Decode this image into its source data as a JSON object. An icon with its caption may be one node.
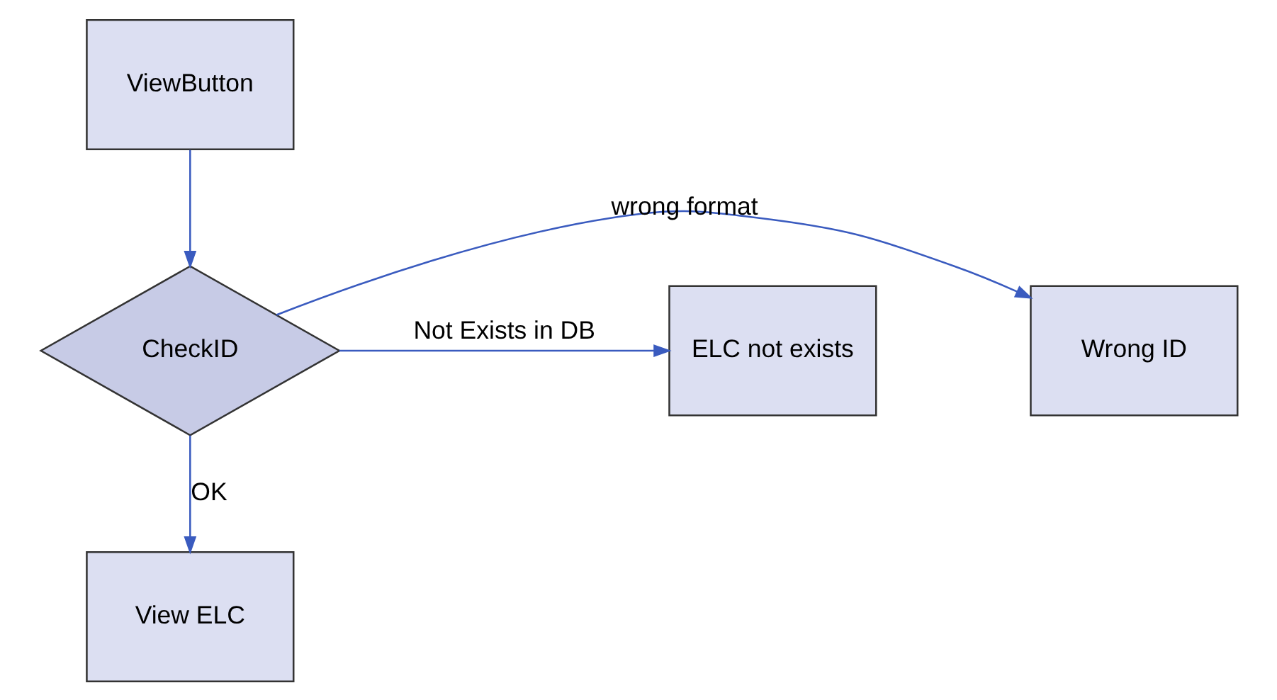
{
  "diagram": {
    "nodes": [
      {
        "text": [
          "ViewButton"
        ]
      },
      {
        "text": [
          "CheckID"
        ]
      },
      {
        "text": [
          "Wrong ID"
        ]
      },
      {
        "text": [
          "ELC not exists"
        ]
      },
      {
        "text": [
          "View ELC"
        ]
      }
    ],
    "edges": [
      {
        "from": 0,
        "to": 1,
        "arrow": "to"
      },
      {
        "from": 1,
        "to": 2,
        "arrow": "to",
        "label": "wrong format"
      },
      {
        "from": 1,
        "to": 3,
        "arrow": "to",
        "label": "Not Exists in DB"
      },
      {
        "from": 1,
        "to": 4,
        "arrow": "to",
        "label": "OK"
      }
    ]
  }
}
